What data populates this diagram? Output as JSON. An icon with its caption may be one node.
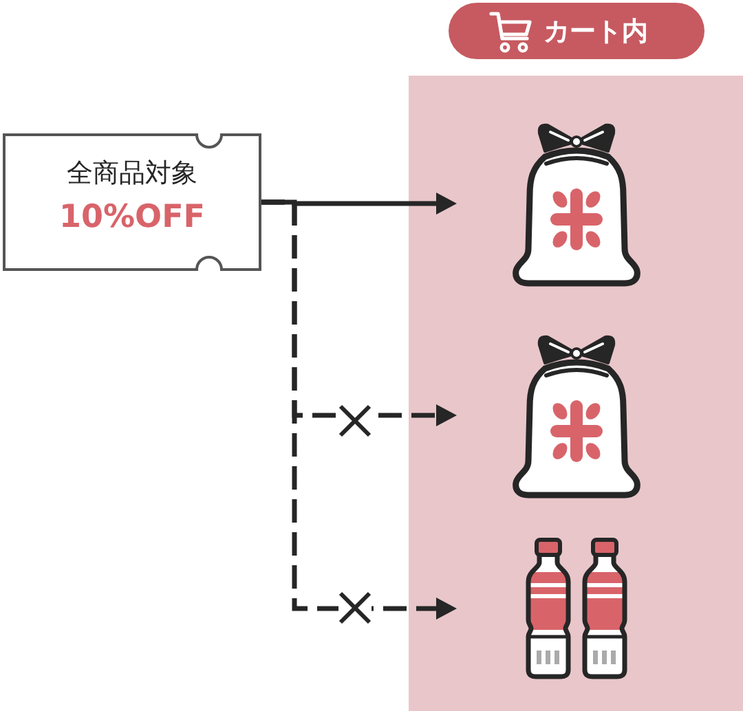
{
  "diagram": {
    "nodes": [
      {
        "text": [
          "全商品対象",
          "10%OFF"
        ]
      },
      {
        "text": [
          "カート内"
        ]
      },
      {
        "text": [],
        "shape": "picture",
        "in": 1
      },
      {
        "text": [],
        "shape": "picture",
        "in": 1
      },
      {
        "text": [],
        "shape": "picture",
        "in": 1
      }
    ],
    "edges": [
      {
        "from": 0,
        "to": 2,
        "arrow": "to"
      },
      {
        "from": 0,
        "to": 3,
        "arrow": "to",
        "style": "dashed"
      },
      {
        "from": 0,
        "to": 4,
        "arrow": "to",
        "style": "dashed"
      }
    ]
  }
}
